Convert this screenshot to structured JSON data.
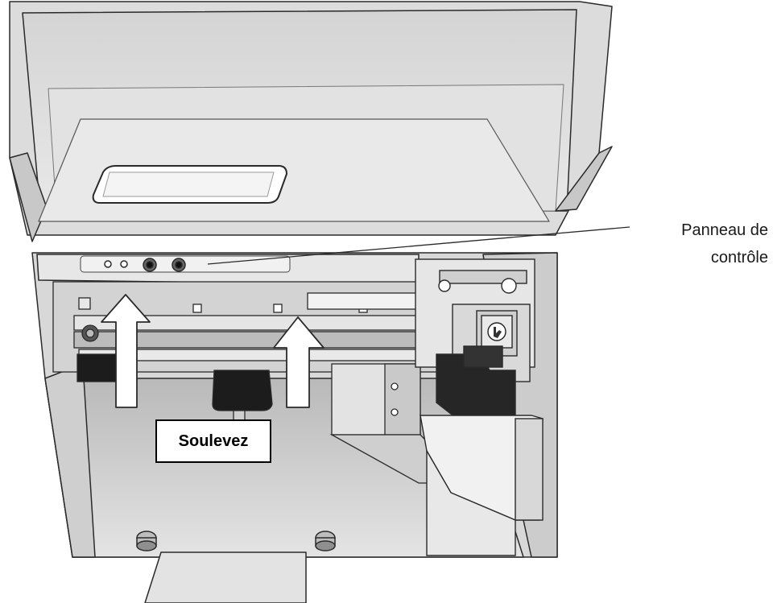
{
  "callouts": {
    "control_panel_line1": "Panneau de",
    "control_panel_line2": "contrôle",
    "lift_label": "Soulevez"
  },
  "colors": {
    "outline": "#2a2a2a",
    "body_light": "#e6e6e6",
    "body_mid": "#cfcfcf",
    "body_dark": "#9a9a9a",
    "black_parts": "#1c1c1c",
    "arrow_fill": "#ffffff"
  },
  "icons": {
    "lift_arrows": "up-arrow-icon",
    "panel_buttons": "round-button-icon",
    "cartridge_symbol": "hand-icon"
  }
}
